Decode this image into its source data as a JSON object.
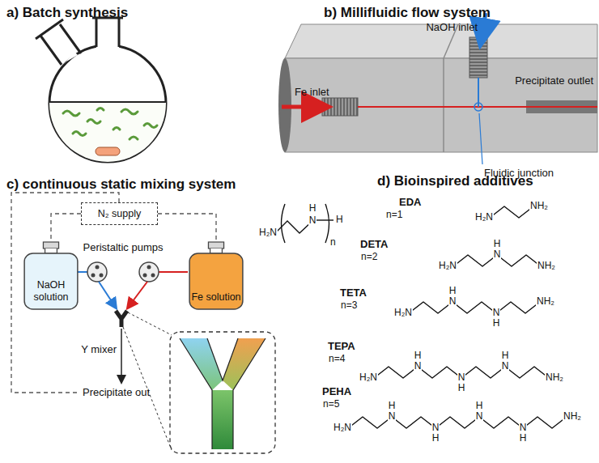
{
  "diagram": {
    "nodes": [
      {
        "text": [
          "N₂ supply"
        ]
      },
      {
        "text": [
          "NaOH solution"
        ]
      },
      {
        "text": [
          "Fe solution"
        ]
      }
    ],
    "edges": [
      {
        "from": 0,
        "to": 1,
        "arrow": "none"
      },
      {
        "from": 0,
        "to": 2,
        "arrow": "none"
      }
    ],
    "labels": [
      "a) Batch synthesis",
      "b) Millifluidic flow system",
      "NaOH inlet",
      "Fe inlet",
      "Precipitate outlet",
      "Fluidic junction",
      "c) continuous static mixing system",
      "Peristaltic pumps",
      "Y mixer",
      "Precipitate out",
      "d) Bioinspired additives",
      "H₂N",
      "H",
      "N",
      "n",
      "H",
      "EDA",
      "n=1",
      "H₂N",
      "NH₂",
      "DETA",
      "n=2",
      "H₂N",
      "H",
      "N",
      "NH₂",
      "TETA",
      "n=3",
      "H₂N",
      "H",
      "N",
      "H",
      "N",
      "NH₂",
      "TEPA",
      "n=4",
      "H₂N",
      "H",
      "N",
      "H",
      "N",
      "H",
      "N",
      "NH₂",
      "PEHA",
      "n=5",
      "H₂N",
      "H",
      "N",
      "H",
      "N",
      "H",
      "N",
      "H",
      "N",
      "NH₂"
    ]
  }
}
